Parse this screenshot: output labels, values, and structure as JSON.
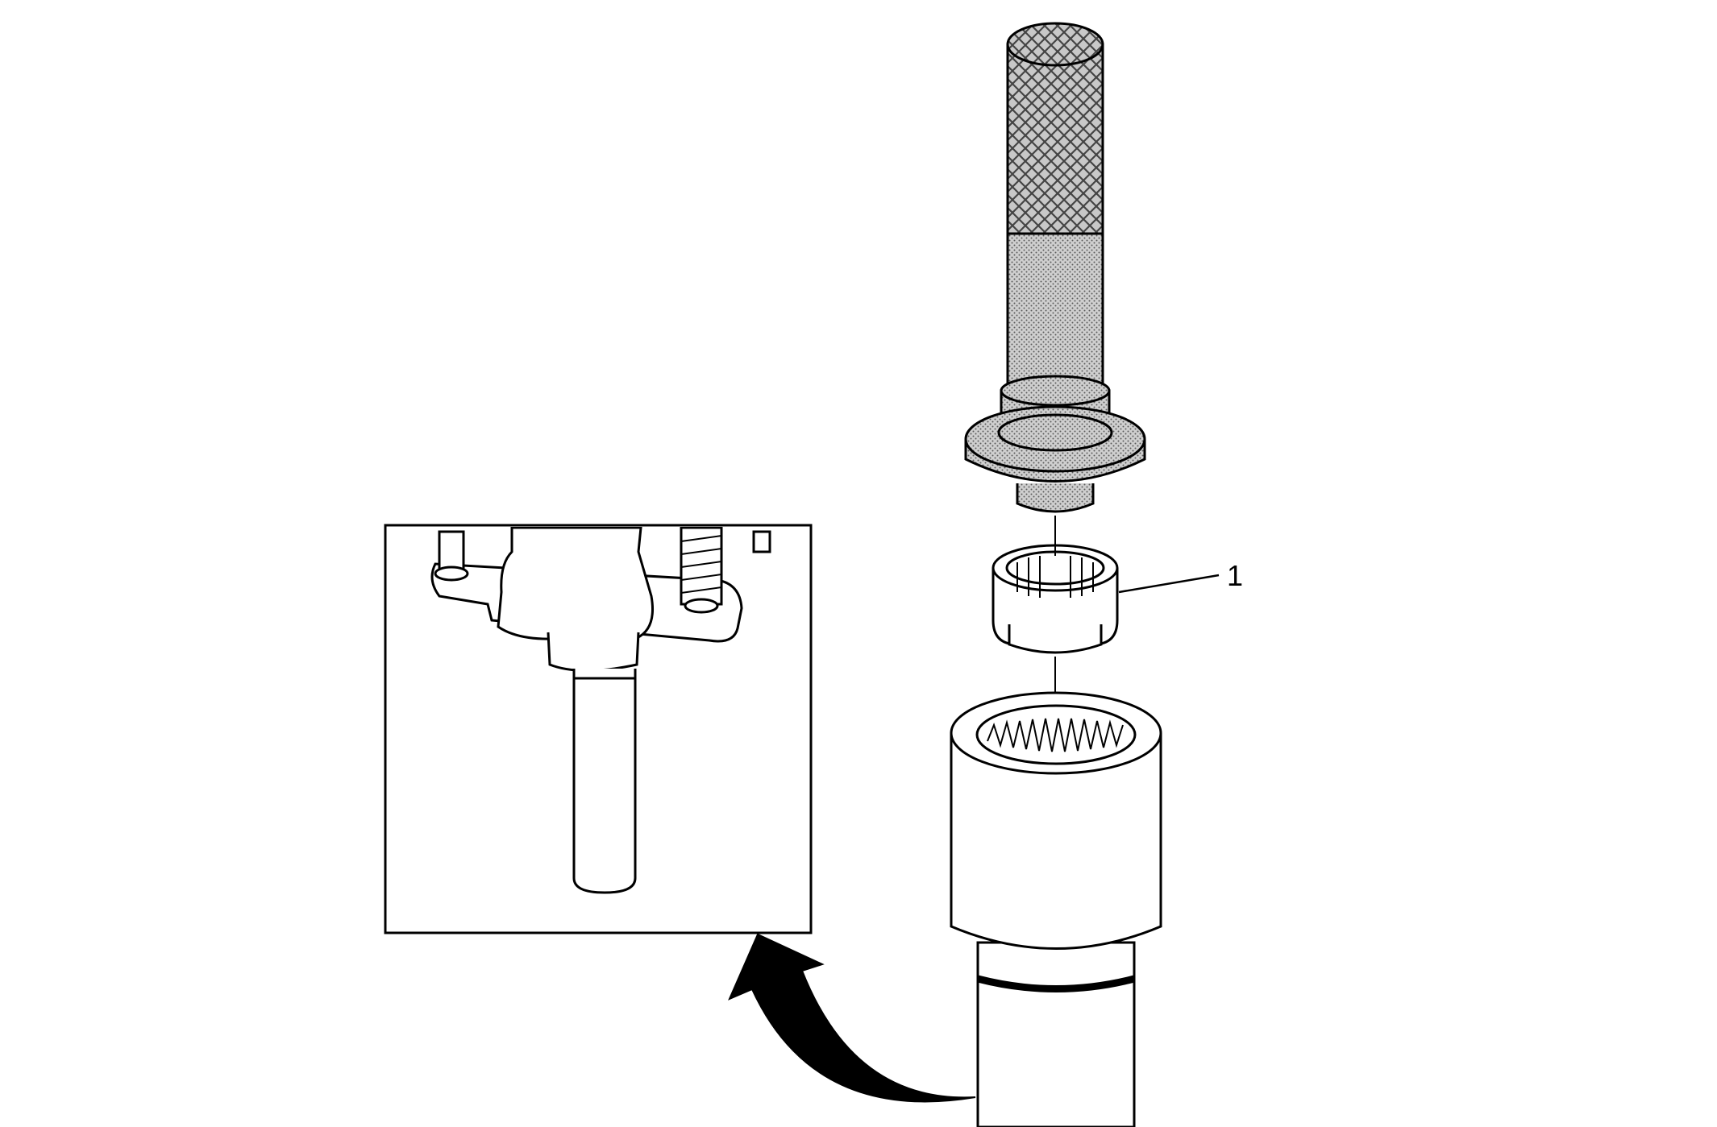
{
  "diagram": {
    "callouts": [
      {
        "id": "1",
        "label": "1",
        "target": "needle-bearing"
      }
    ],
    "parts": [
      {
        "name": "bearing-installer-tool",
        "icon": "knurled-handle-tool"
      },
      {
        "name": "needle-bearing",
        "icon": "needle-bearing"
      },
      {
        "name": "splined-sleeve-tool",
        "icon": "splined-sleeve"
      },
      {
        "name": "inset-detail-view",
        "icon": "shaft-housing-detail"
      },
      {
        "name": "curved-arrow",
        "icon": "curved-arrow-icon"
      }
    ],
    "colors": {
      "line": "#000000",
      "background": "#ffffff",
      "shade": "#8a8a8a"
    }
  }
}
